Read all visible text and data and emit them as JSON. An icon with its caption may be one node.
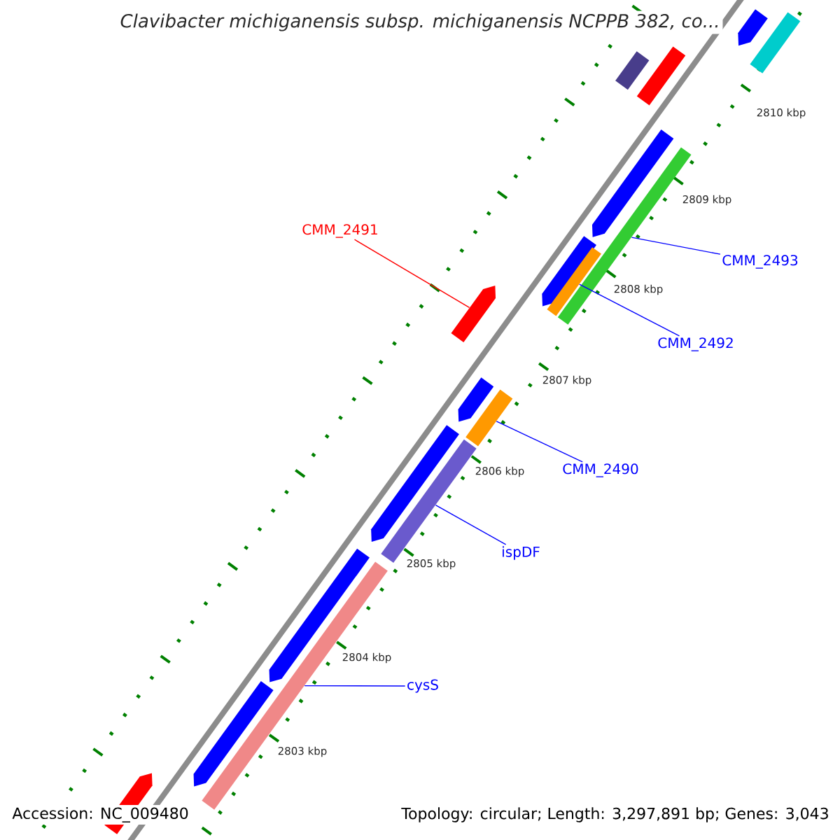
{
  "diagram": {
    "title": "Clavibacter michiganensis subsp. michiganensis NCPPB 382, co...",
    "nodes": [
      {
        "text": [
          "CMM_2491"
        ]
      },
      {
        "text": [
          "CMM_2493"
        ]
      },
      {
        "text": [
          "CMM_2492"
        ]
      },
      {
        "text": [
          "CMM_2490"
        ]
      },
      {
        "text": [
          "ispDF"
        ]
      },
      {
        "text": [
          "cysS"
        ]
      },
      {
        "text": [],
        "shape": "bar"
      },
      {
        "text": [],
        "shape": "arrow"
      },
      {
        "text": [],
        "shape": "bar"
      },
      {
        "text": [],
        "shape": "bar"
      },
      {
        "text": [],
        "shape": "arrow"
      },
      {
        "text": [],
        "shape": "bar"
      },
      {
        "text": [],
        "shape": "arrow"
      },
      {
        "text": [],
        "shape": "bar"
      },
      {
        "text": [],
        "shape": "arrow"
      },
      {
        "text": [],
        "shape": "bar"
      },
      {
        "text": [],
        "shape": "arrow"
      },
      {
        "text": [],
        "shape": "bar"
      },
      {
        "text": [],
        "shape": "arrow"
      },
      {
        "text": [],
        "shape": "arrow"
      },
      {
        "text": [],
        "shape": "bar"
      },
      {
        "text": [],
        "shape": "arrow"
      },
      {
        "text": [],
        "shape": "arrow"
      }
    ],
    "edges": [
      {
        "from": 0,
        "to": 14,
        "arrow": "none",
        "color": "#ff0000"
      },
      {
        "from": 1,
        "to": 11,
        "arrow": "none"
      },
      {
        "from": 2,
        "to": 13,
        "arrow": "none"
      },
      {
        "from": 3,
        "to": 15,
        "arrow": "none"
      },
      {
        "from": 4,
        "to": 17,
        "arrow": "none"
      },
      {
        "from": 5,
        "to": 20,
        "arrow": "none"
      }
    ],
    "labels": [
      "2810 kbp",
      "2809 kbp",
      "2808 kbp",
      "2807 kbp",
      "2806 kbp",
      "2805 kbp",
      "2804 kbp",
      "2803 kbp",
      "Accession: NC_009480",
      "Topology: circular; Length: 3,297,891 bp; Genes: 3,043"
    ]
  }
}
